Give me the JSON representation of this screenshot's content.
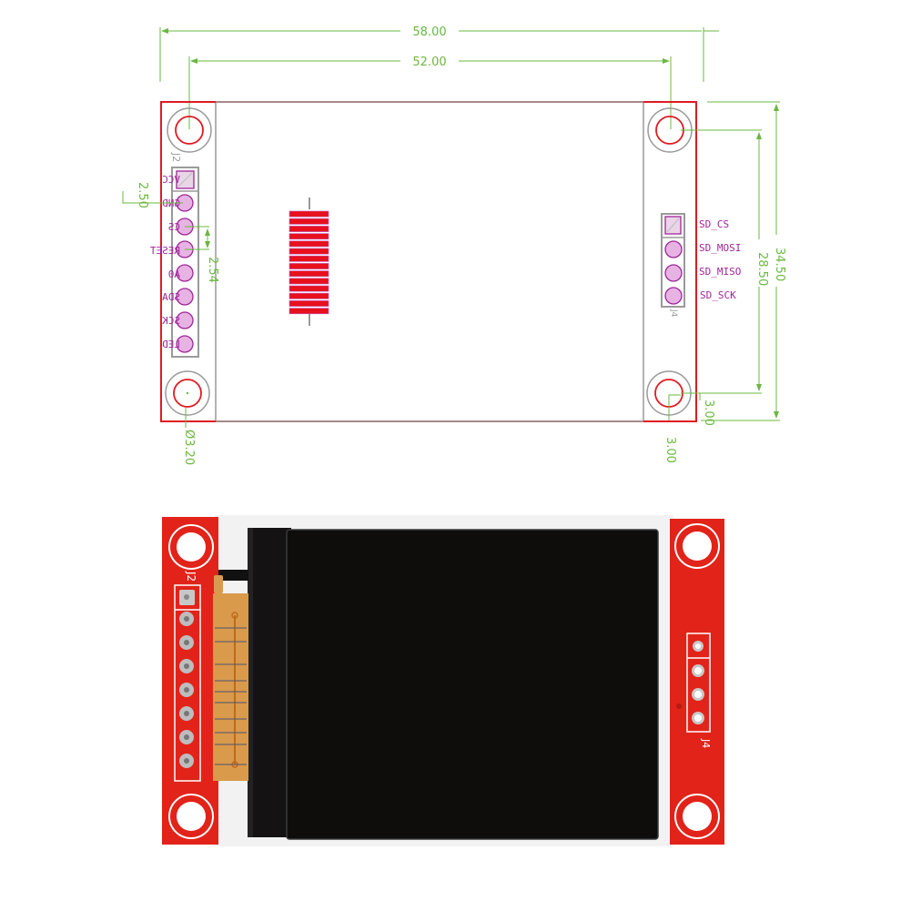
{
  "drawing": {
    "title": "TFT module mechanical drawing",
    "colors": {
      "outline": "#e01b22",
      "dimension": "#6ab83f",
      "pin": "#a0259a",
      "pin_fill": "#e6b3e3",
      "gray": "#9a9a9a"
    },
    "dimensions": {
      "overall_width": "58.00",
      "hole_spacing_x": "52.00",
      "overall_height": "34.50",
      "hole_spacing_y": "28.50",
      "edge_offset_right": "3.00",
      "edge_offset_bottom": "3.00",
      "hole_diameter": "Ø3.20",
      "first_pin_offset": "2.50",
      "pin_pitch": "2.54"
    },
    "connector_j2": {
      "designator": "J2",
      "pins": [
        "VCC",
        "GND",
        "CS",
        "RESET",
        "A0",
        "SDA",
        "SCK",
        "LED"
      ]
    },
    "connector_j4": {
      "designator": "J4",
      "pins": [
        "SD_CS",
        "SD_MOSI",
        "SD_MISO",
        "SD_SCK"
      ]
    },
    "fpc_stripes": 14
  },
  "photo": {
    "description": "Photo of red PCB TFT display module",
    "colors": {
      "pcb": "#e2231a",
      "screen": "#0f0c0c",
      "frame": "#f2f2f2",
      "fpc": "#d99a4c"
    },
    "j2_label": "J2",
    "j4_label": "J4",
    "j2_pin_count": 8,
    "j4_pin_count": 4
  }
}
